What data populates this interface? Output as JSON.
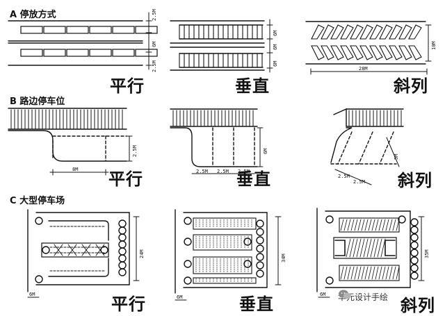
{
  "sections": [
    {
      "title": "A 停放方式"
    },
    {
      "title": "B 路边停车位"
    },
    {
      "title": "C 大型停车场"
    }
  ],
  "captions": {
    "parallel": "平行",
    "vertical": "垂直",
    "oblique": "斜列"
  },
  "dims": {
    "a_p1": "2.5M",
    "a_p2": "6M",
    "a_p3": "2.5M",
    "a_v1": "6M",
    "a_v2": "6M",
    "a_v3": "6M",
    "a_o1": "10M",
    "a_o2": "28M",
    "b_p1": "2.5M",
    "b_p2": "8M",
    "b_v1": "6M",
    "b_v2": "2.5M",
    "b_v3": "2.5M",
    "b_v4": "2.5M",
    "b_o1": "5M",
    "b_o2": "2.5M",
    "b_o3": "2.5M",
    "c_p1": "24M",
    "c_p2": "6M",
    "c_v1": "34M",
    "c_v2": "6M",
    "c_o1": "35M",
    "c_o2": "6M"
  },
  "watermark": {
    "text": "华元设计手绘",
    "icon": "wechat-icon"
  }
}
